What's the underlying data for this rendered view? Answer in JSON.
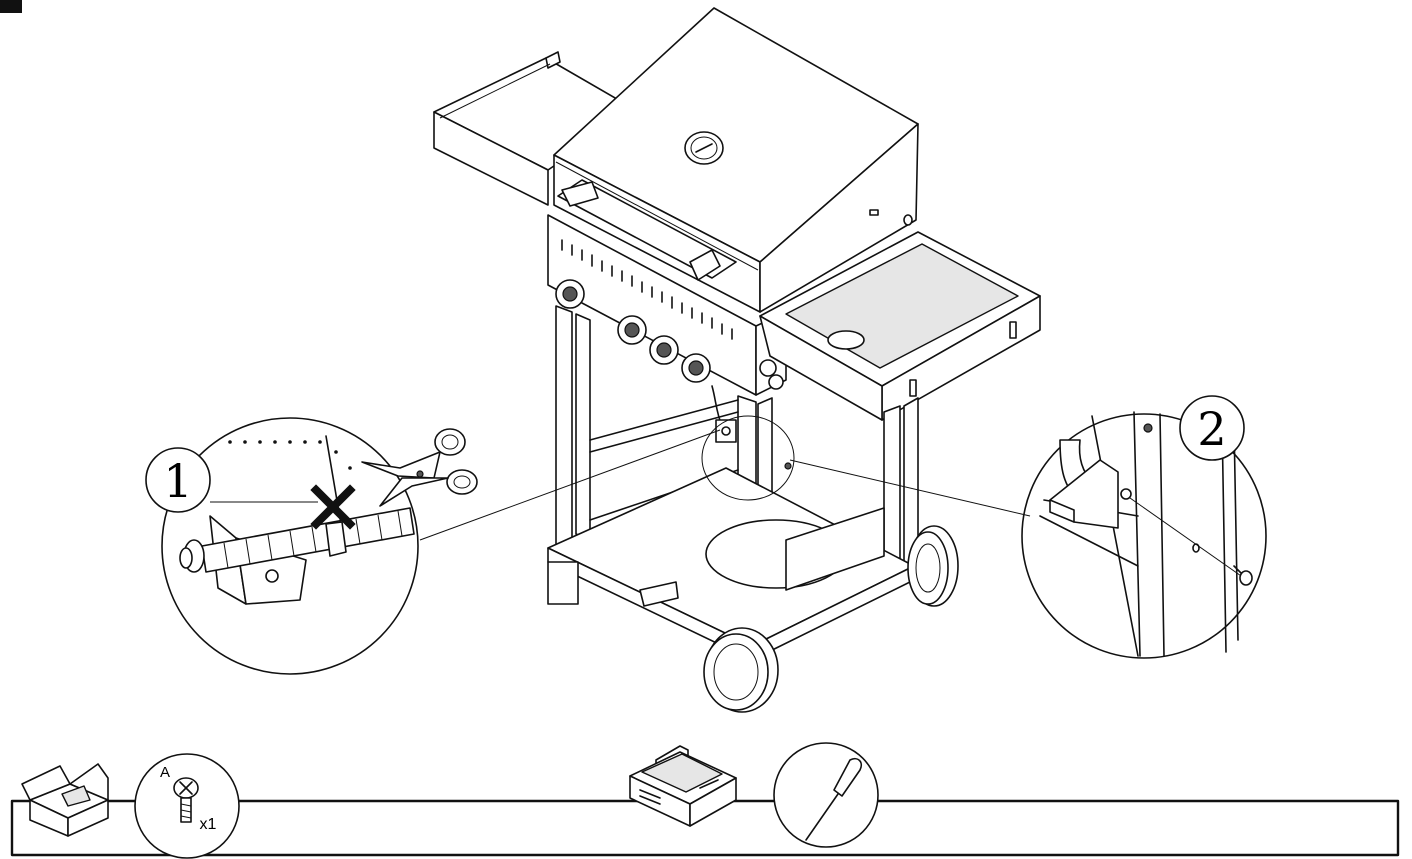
{
  "diagram": {
    "callouts": [
      {
        "id": 1,
        "label": "1"
      },
      {
        "id": 2,
        "label": "2"
      }
    ],
    "parts_bar": {
      "part_letter": "A",
      "part_quantity": "x1"
    },
    "icon_names": {
      "box": "parts-box-icon",
      "screw": "screw-icon",
      "toolbox": "toolbox-icon",
      "screwdriver": "screwdriver-icon",
      "scissors": "scissors-icon",
      "cross": "cross-mark-icon"
    }
  }
}
